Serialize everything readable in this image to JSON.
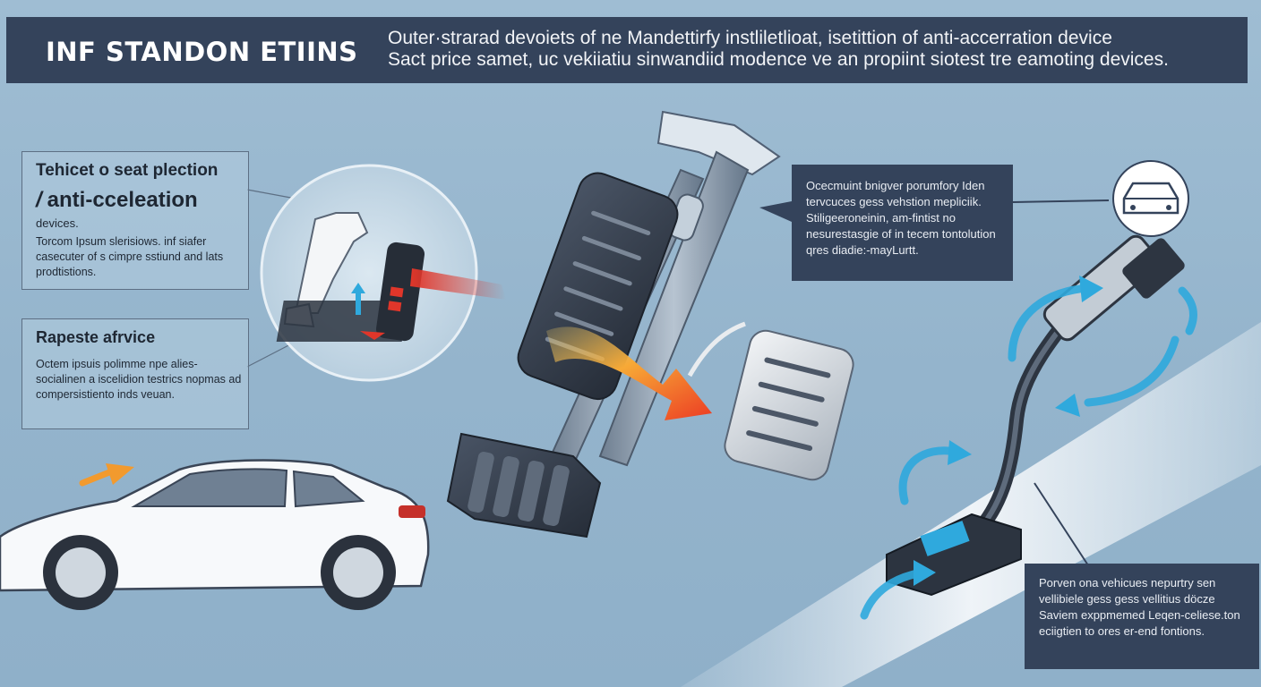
{
  "header": {
    "title": "INF STANDON ETIINS",
    "desc_line1": "Outer·strarad devoiets of ne Mandettirfy instliletlioat, isetittion of anti-accerration device",
    "desc_line2": "Sact price samet, uc vekiiatiu sinwandiid modence ve an propiint siotest tre eamoting devices."
  },
  "panel_seat": {
    "title_line1": "Tehicet o seat plection",
    "title_slash": "/",
    "title_line2": "anti-cceleation",
    "subtitle": "devices.",
    "body": "Torcom Ipsum slerisiows. inf siafer casecuter of s cimpre sstiund and lats prodtistions."
  },
  "panel_service": {
    "title": "Rapeste afrvice",
    "body": "Octem ipsuis polimme npe alies-socialinen a iscelidion testrics nopmas ad compersistiento inds veuan."
  },
  "panel_top_right": {
    "body": "Ocecmuint bnigver porumfory Iden tervcuces gess vehstion mepliciik. Stiligeeroneinin, am-fintist no nesurestasgie of in tecem tontolution qres diadie:-mayLurtt."
  },
  "panel_bottom_right": {
    "body": "Porven ona vehicues nepurtry sen vellibiele gess gess vellitius döcze Saviem exppmemed Leqen-celiese.ton eciigtien to ores er-end fontions."
  },
  "colors": {
    "header_bg": "#34435b",
    "accent_blue": "#2fa9dd",
    "accent_red": "#e0362a",
    "accent_orange": "#f29a2e"
  },
  "icons": [
    "car-icon",
    "magnifier-circle",
    "accelerator-pedal",
    "brake-pedal",
    "obd-device",
    "flow-arrow"
  ]
}
